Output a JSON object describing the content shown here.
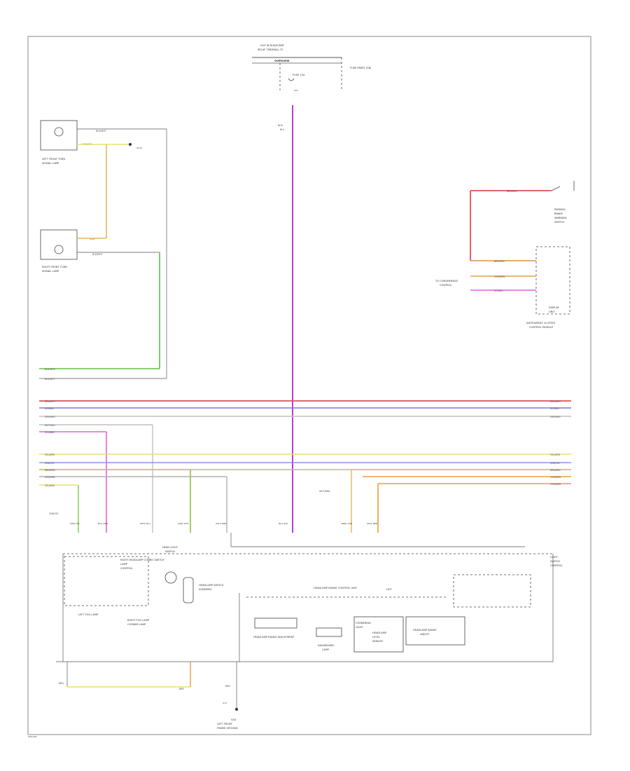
{
  "header": {
    "line1": "HOT IN RUN/START",
    "line2": "RELAY TERMINAL 75",
    "line3": "OVERVIEW",
    "fuse_label": "FUSE 10A",
    "fuse_panel": "FUSE PANEL (SB)",
    "fuse_id": "SC5"
  },
  "left_front_lamp": {
    "label1": "LEFT FRONT TURN",
    "label2": "SIGNAL LAMP",
    "wire_top": "BLK/WHT",
    "wire_yel": "GRN/YEL",
    "ground": "G414",
    "ground_id": "600"
  },
  "right_front_lamp": {
    "label1": "RIGHT FRONT TURN",
    "label2": "SIGNAL LAMP",
    "wire_top": "BLK/WHT",
    "wire_yel": "GRN"
  },
  "parking_brake": {
    "label1": "PARKING",
    "label2": "BRAKE",
    "label3": "WARNING",
    "label4": "SWITCH",
    "wire": "BRN/RED"
  },
  "instrument_cluster": {
    "label1": "INSTRUMENT CLUSTER",
    "label2": "CONTROL MODULE",
    "inner1": "DISPLAY",
    "inner2": "UNIT",
    "side1": "TO CONVENIENCE",
    "side2": "CONTROL",
    "w1": "BRN/RED",
    "w2": "ORG/BRN",
    "w3": "VIO/BLU"
  },
  "bus_left": [
    "BLU/WHT",
    "BLK/WHT",
    "RED/WHT",
    "VIO/BLU",
    "GRY/WHT",
    "WHT/BLU",
    "VIO/BRN",
    "YEL/GRN",
    "GRN/YEL",
    "BRN/RED",
    "GRY/BRN",
    "YEL/GRN"
  ],
  "bus_right": [
    "RED/WHT",
    "VIO/BLU",
    "GRY/WHT",
    "YEL/GRN",
    "GRN/YEL",
    "BRN/RED",
    "ORG/BRN",
    "ORG/BRN"
  ],
  "bus_mid_label": "WHT/BRN",
  "center_wire": {
    "label1": "BLK/",
    "label2": "BLU"
  },
  "left_cluster": {
    "drop_label": "GRN/YEL",
    "pins": [
      "GRN/ YEL",
      "BLK/ RED",
      "WHT/ BLU",
      "GRN/ WHT",
      "WHT/ BRN",
      "BLU/ BLK",
      "BRN/ GRN",
      "ORG/ BRN"
    ],
    "mod1": "RIGHT HEADLAMP COMBO SWITCH",
    "mod1b": "LAMP",
    "mod1c": "CONTROL",
    "mod2": "LEFT FOG LAMP",
    "mod2b": "RIGHT FOG LAMP",
    "mod2c": "CORNER LAMP",
    "mod3": "HEAD LIGHT",
    "mod3b": "SWITCH",
    "mod4": "HEADLAMP SWITCH",
    "mod4b": "ASSEMBLY",
    "mod5": "HEADLAMP RANGE ADJUSTMENT",
    "mod6": "DASHBOARD",
    "mod6b": "LAMP",
    "mod7": "CORNERING",
    "mod7b": "LIGHT",
    "mod8": "HEADLAMP",
    "mod8b": "LEVEL",
    "mod8c": "SENSOR",
    "mod9": "HEADLAMP RANGE",
    "mod9b": "ADJUST",
    "right_mod": "LIGHT",
    "right_mod2": "SWITCH",
    "right_mod3": "CONTROL",
    "lower_mid": "HEADLAMP RANGE CONTROL UNIT",
    "hot": "HOT"
  },
  "ground": {
    "g1": "BRN",
    "g2": "BRN",
    "g3": "BRN",
    "label1": "G43",
    "label2": "LEFT FRONT",
    "label3": "FRAME GROUND",
    "g_id": "G13"
  },
  "footer": {
    "code": "W01090"
  },
  "colors": {
    "red": "#e05050",
    "blue": "#7878f0",
    "gray": "#b8b8b8",
    "violet": "#b040d8",
    "pink": "#e060e0",
    "yellow": "#e8e070",
    "orange": "#e8a040",
    "green": "#60c040",
    "tan": "#e0c080",
    "brown": "#b08050"
  }
}
